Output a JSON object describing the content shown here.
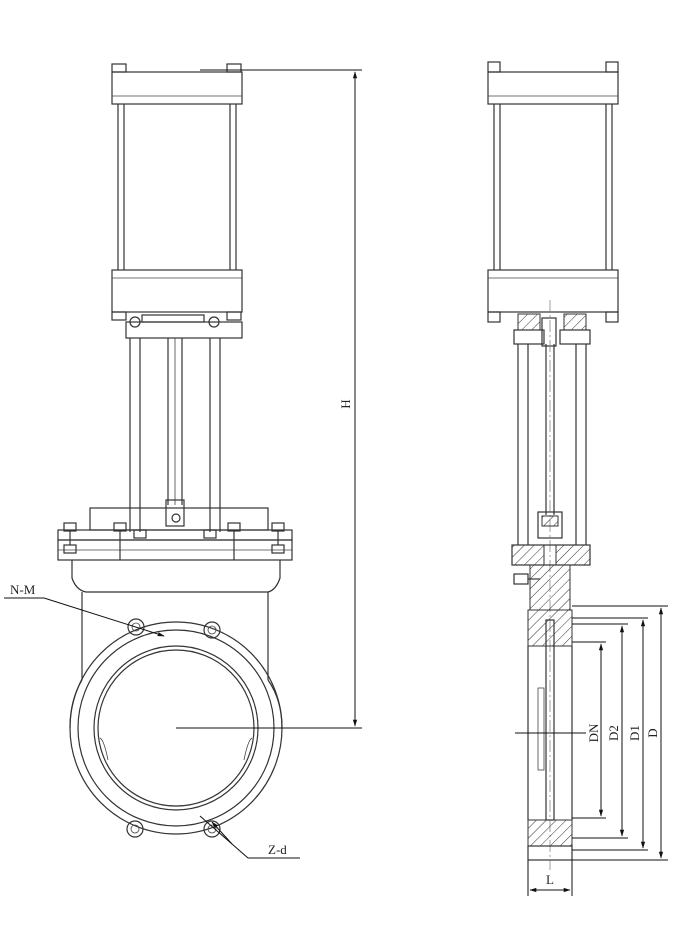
{
  "labels": {
    "height": "H",
    "nm": "N-M",
    "zd": "Z-d",
    "dn": "DN",
    "d2": "D2",
    "d1": "D1",
    "d": "D",
    "l": "L"
  },
  "colors": {
    "line": "#333333",
    "background": "#ffffff"
  }
}
